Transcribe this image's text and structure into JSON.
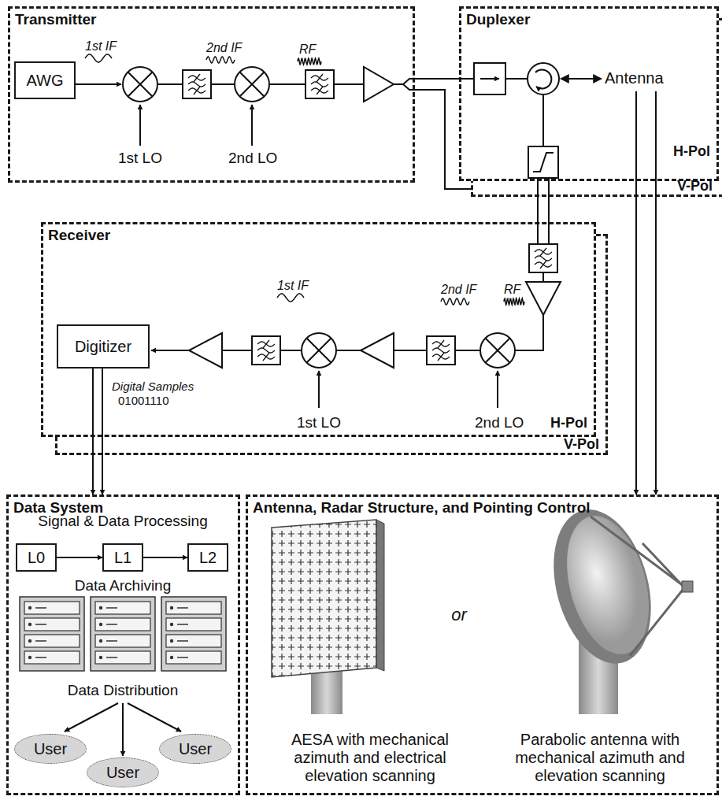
{
  "diagram": {
    "nodes": [
      {
        "text": [
          "Transmitter"
        ]
      },
      {
        "text": [
          "AWG"
        ],
        "in": 0
      },
      {
        "text": [
          "V-Pol"
        ]
      },
      {
        "text": [
          "Duplexer",
          "H-Pol"
        ]
      },
      {
        "text": [
          "V-Pol"
        ]
      },
      {
        "text": [
          "Receiver",
          "H-Pol"
        ]
      },
      {
        "text": [
          "Digitizer"
        ],
        "in": 5
      },
      {
        "text": [
          "Data System"
        ]
      },
      {
        "text": [
          "L0"
        ],
        "in": 7
      },
      {
        "text": [
          "L1"
        ],
        "in": 7
      },
      {
        "text": [
          "L2"
        ],
        "in": 7
      },
      {
        "text": [
          "User"
        ],
        "in": 7
      },
      {
        "text": [
          "User"
        ],
        "in": 7
      },
      {
        "text": [
          "User"
        ],
        "in": 7
      },
      {
        "text": [
          "Antenna, Radar Structure, and Pointing Control"
        ]
      }
    ],
    "edges": [
      {
        "from": 0,
        "to": 3,
        "arrow": "none"
      },
      {
        "from": 0,
        "to": 2,
        "arrow": "none"
      },
      {
        "from": 3,
        "to": 5,
        "arrow": "none"
      },
      {
        "from": 2,
        "to": 4,
        "arrow": "none"
      },
      {
        "from": 3,
        "to": 14,
        "arrow": "to"
      },
      {
        "from": 2,
        "to": 14,
        "arrow": "to"
      },
      {
        "from": 6,
        "to": 7,
        "arrow": "to"
      },
      {
        "from": 4,
        "to": 7,
        "arrow": "to"
      },
      {
        "from": 8,
        "to": 9,
        "arrow": "to"
      },
      {
        "from": 9,
        "to": 10,
        "arrow": "to"
      }
    ],
    "labels": [
      "1st IF",
      "2nd IF",
      "RF",
      "1st LO",
      "2nd LO",
      "Antenna",
      "1st IF",
      "2nd IF",
      "RF",
      "1st LO",
      "2nd LO",
      "Digital Samples",
      "01001110",
      "Signal & Data Processing",
      "Data Archiving",
      "Data Distribution",
      "AESA with mechanical azimuth and electrical elevation scanning",
      "or",
      "Parabolic antenna with mechanical azimuth and elevation scanning"
    ]
  }
}
